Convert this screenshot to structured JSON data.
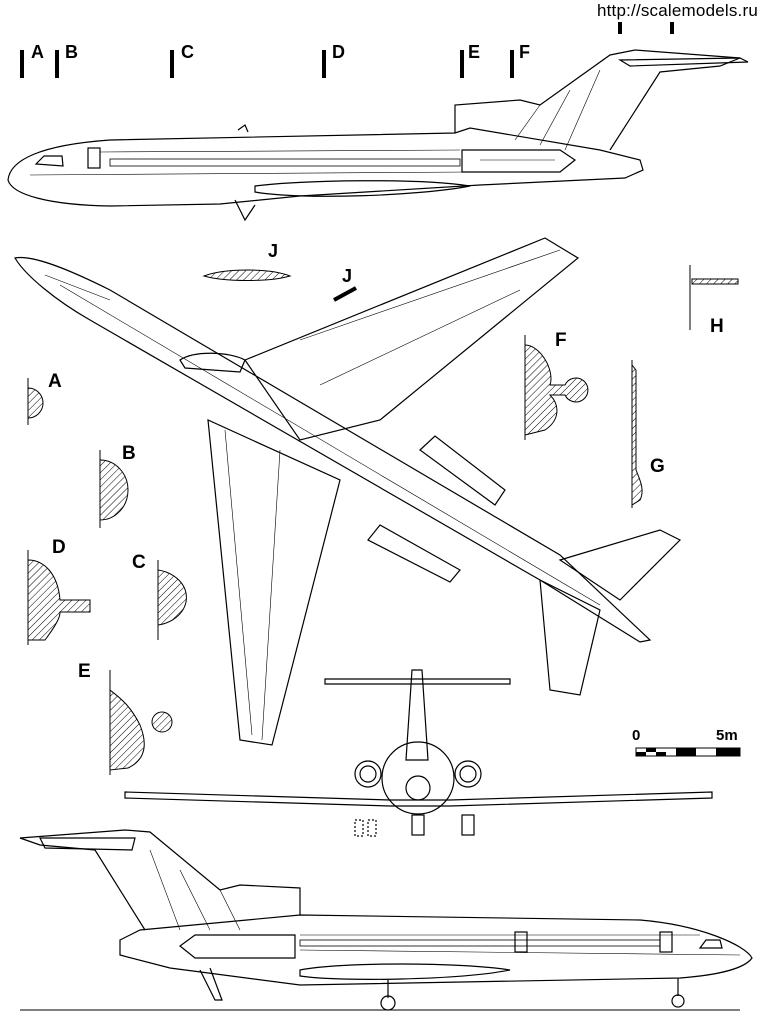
{
  "watermark": "http://scalemodels.ru",
  "section_marks": [
    "A",
    "B",
    "C",
    "D",
    "E",
    "F"
  ],
  "section_labels": {
    "a": "A",
    "b": "B",
    "c": "C",
    "d": "D",
    "e": "E",
    "f": "F",
    "g": "G",
    "h": "H",
    "j_top": "J",
    "j_plan": "J"
  },
  "scale_bar": {
    "start": "0",
    "end": "5m",
    "segments": 5
  },
  "colors": {
    "ink": "#000000",
    "paper": "#ffffff"
  }
}
